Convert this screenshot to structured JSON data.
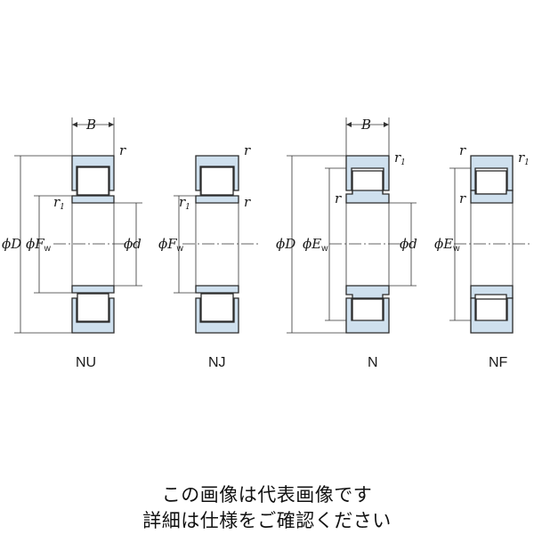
{
  "labels": {
    "B": "B",
    "r": "r",
    "r1_base": "r",
    "r1_sub": "1",
    "phi": "ϕ",
    "D": "D",
    "d": "d",
    "F": "F",
    "E": "E",
    "w": "w"
  },
  "variants": [
    "NU",
    "NJ",
    "N",
    "NF"
  ],
  "caption": {
    "line1": "この画像は代表画像です",
    "line2": "詳細は仕様をご確認ください"
  },
  "colors": {
    "ring_fill": "#cfe0ee",
    "stroke": "#2a2a2a"
  }
}
